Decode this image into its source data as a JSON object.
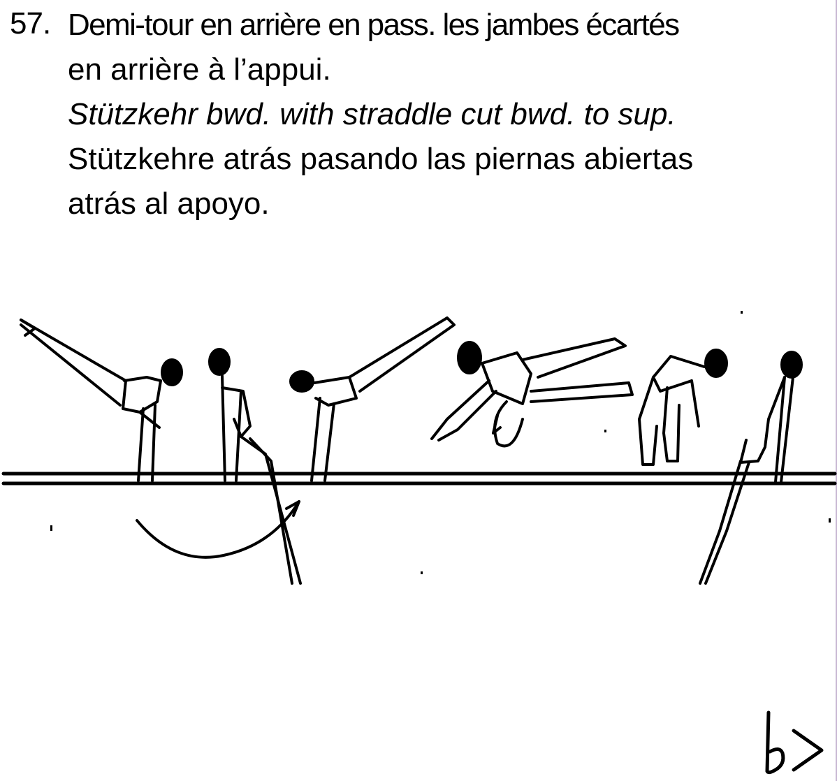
{
  "element": {
    "number": "57.",
    "french": [
      "Demi-tour en arrière en pass. les jambes écartés",
      "en arrière à l’appui."
    ],
    "german_english": "Stützkehr bwd. with straddle cut bwd. to sup.",
    "spanish": [
      "Stützkehre atrás pasando las piernas abiertas",
      "atrás al apoyo."
    ]
  },
  "illustration": {
    "icon": "gymnast-sequence-on-parallel-bars",
    "stroke_color": "#000000"
  },
  "value_mark": {
    "text": "b>"
  }
}
